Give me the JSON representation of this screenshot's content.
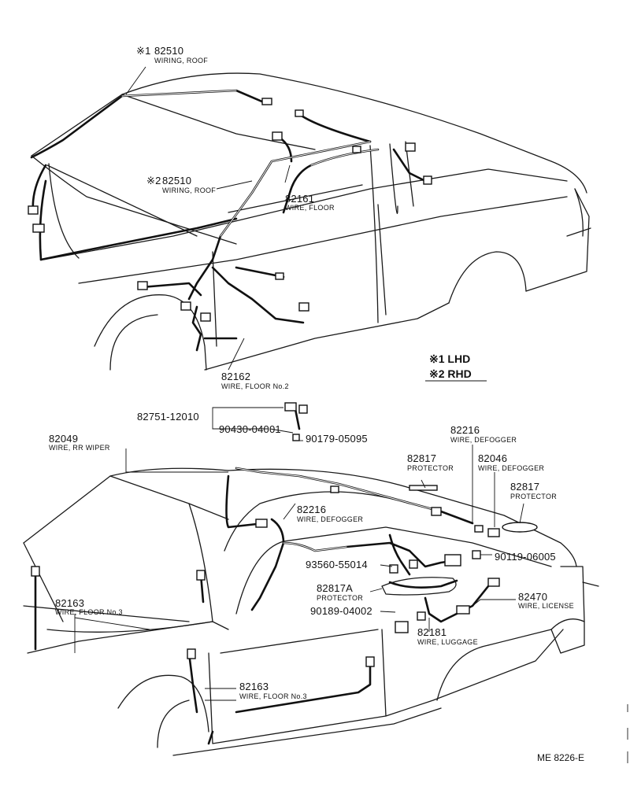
{
  "labels": {
    "roof_lhd": {
      "marker": "※1",
      "part": "82510",
      "desc": "WIRING, ROOF"
    },
    "roof_rhd": {
      "marker": "※2",
      "part": "82510",
      "desc": "WIRING, ROOF"
    },
    "floor": {
      "part": "82161",
      "desc": "WIRE, FLOOR"
    },
    "floor2": {
      "part": "82162",
      "desc": "WIRE, FLOOR No.2"
    },
    "bracket": {
      "part": "82751-12010"
    },
    "clip": {
      "part": "90430-04001"
    },
    "screw1": {
      "part": "90179-05095"
    },
    "rr_wiper": {
      "part": "82049",
      "desc": "WIRE, RR WIPER"
    },
    "defogger_top": {
      "part": "82216",
      "desc": "WIRE, DEFOGGER"
    },
    "protector1": {
      "part": "82817",
      "desc": "PROTECTOR"
    },
    "defogger2": {
      "part": "82046",
      "desc": "WIRE, DEFOGGER"
    },
    "protector2": {
      "part": "82817",
      "desc": "PROTECTOR"
    },
    "defogger_mid": {
      "part": "82216",
      "desc": "WIRE, DEFOGGER"
    },
    "screw2": {
      "part": "93560-55014"
    },
    "screw3": {
      "part": "90119-06005"
    },
    "protector_a": {
      "part": "82817A",
      "desc": "PROTECTOR"
    },
    "license": {
      "part": "82470",
      "desc": "WIRE, LICENSE"
    },
    "screw4": {
      "part": "90189-04002"
    },
    "luggage": {
      "part": "82181",
      "desc": "WIRE, LUGGAGE"
    },
    "floor3_left": {
      "part": "82163",
      "desc": "WIRE, FLOOR No.3"
    },
    "floor3_bottom": {
      "part": "82163",
      "desc": "WIRE, FLOOR No.3"
    }
  },
  "legend": {
    "lhd": "※1 LHD",
    "rhd": "※2 RHD"
  },
  "diagram_code": "ME 8226-E"
}
